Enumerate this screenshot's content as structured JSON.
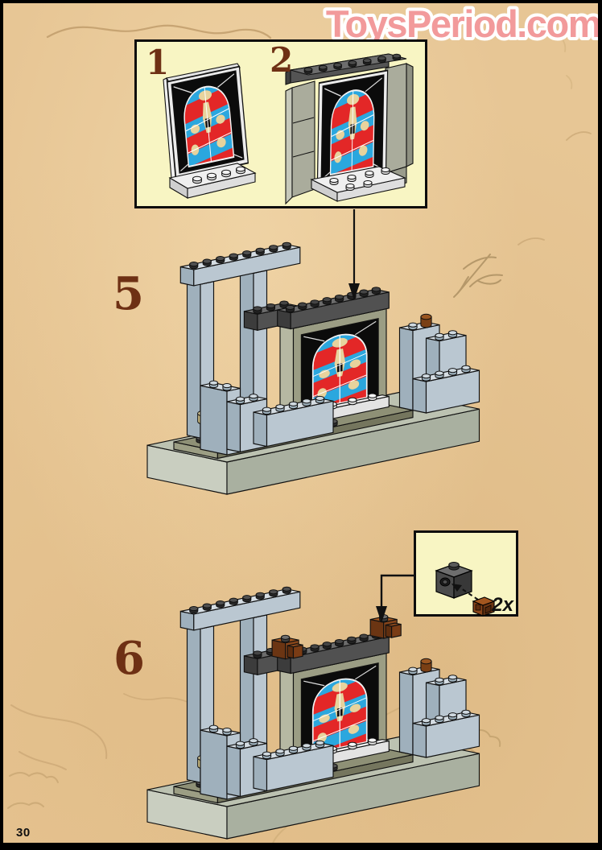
{
  "page": {
    "number": "30",
    "background_color": "#e7c695",
    "border_color": "#000000"
  },
  "watermark": {
    "text": "ToysPeriod.com",
    "fill_color": "#f29a9b",
    "outline_color": "#ffffff"
  },
  "inset_panel": {
    "background_color": "#f8f5c3",
    "steps": [
      {
        "label": "1",
        "shows": "stained-glass-window piece on white base plate"
      },
      {
        "label": "2",
        "shows": "window tilted into gray wall frame with dark brick row on top"
      }
    ]
  },
  "build_steps": [
    {
      "label": "5",
      "shows": "window wall assembly placed onto castle base"
    },
    {
      "label": "6",
      "shows": "two reddish-brown clips with dark gray bricks added to top corners of window wall"
    }
  ],
  "callout": {
    "count_label": "2x",
    "background_color": "#f8f5c3",
    "pieces": [
      "dark-gray-headlight-brick",
      "reddish-brown-clip"
    ]
  },
  "colors": {
    "parchment": "#e7c695",
    "pale_yellow_box": "#f8f5c3",
    "step_number_brown": "#6e3014",
    "light_brick": "#c6d2db",
    "sage_base": "#aeb4a4",
    "olive_floor": "#8e9076",
    "dark_brick": "#545454",
    "panel_gray": "#9b9d84",
    "glass_blue": "#2ba7de",
    "glass_red": "#e32727",
    "glass_tan": "#e7d39d",
    "brown_piece": "#8a451a",
    "white_plate": "#f0f0f0"
  },
  "icons": [
    {
      "name": "down-arrow",
      "meaning": "place previous assembly here"
    },
    {
      "name": "elbow-down-arrow",
      "meaning": "place callout parts here"
    },
    {
      "name": "dashed-attach-arrow",
      "meaning": "attach clip into brick side stud"
    }
  ]
}
